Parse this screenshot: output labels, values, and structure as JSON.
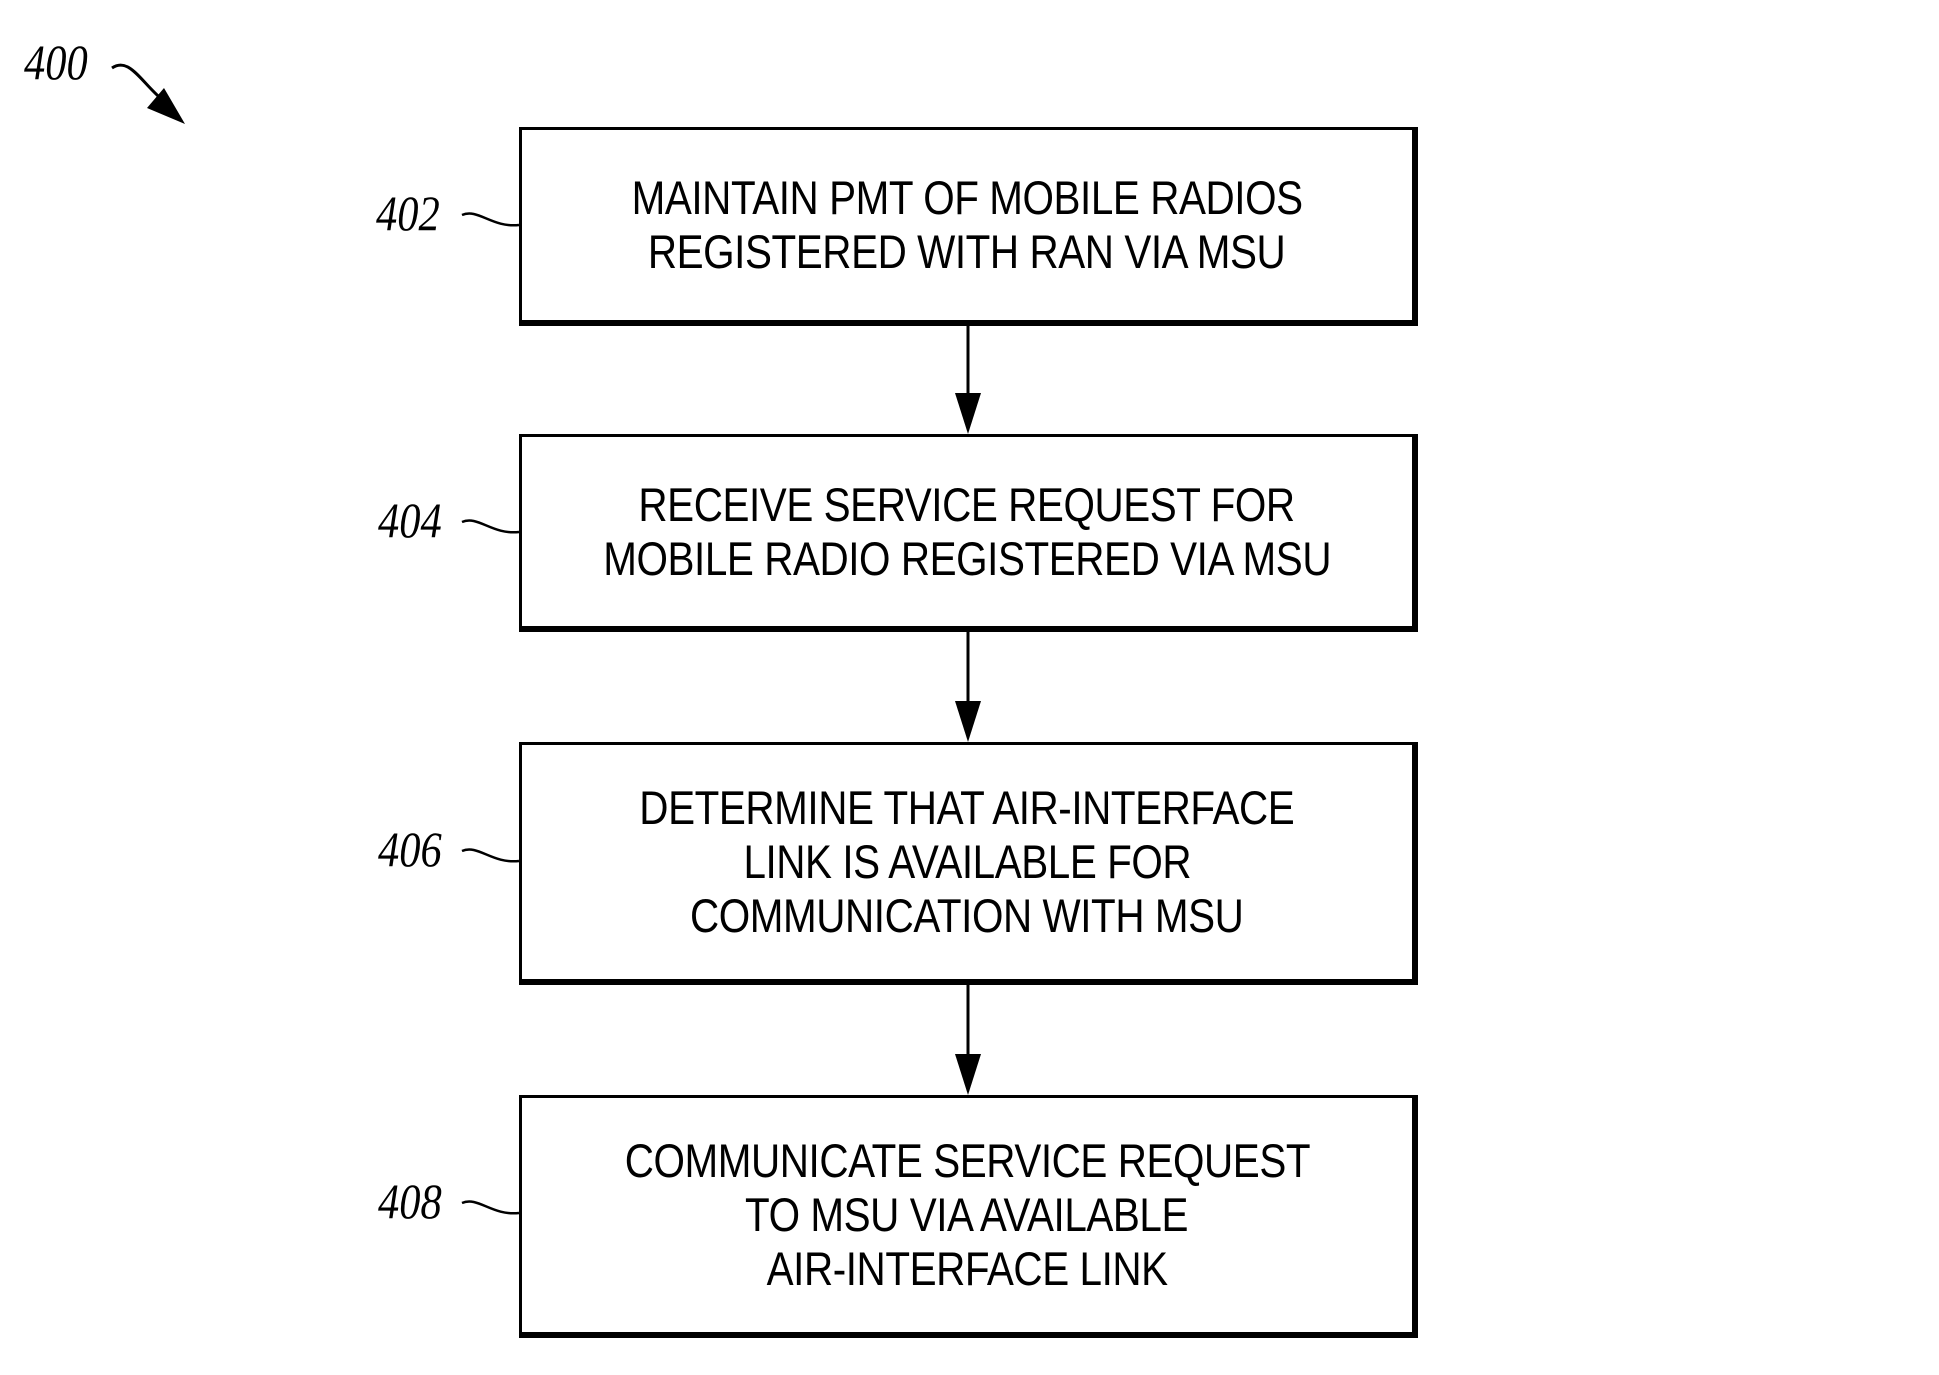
{
  "figure_ref": "400",
  "steps": [
    {
      "ref": "402",
      "lines": [
        "MAINTAIN PMT OF MOBILE RADIOS",
        "REGISTERED WITH RAN VIA MSU"
      ]
    },
    {
      "ref": "404",
      "lines": [
        "RECEIVE SERVICE REQUEST FOR",
        "MOBILE RADIO REGISTERED VIA MSU"
      ]
    },
    {
      "ref": "406",
      "lines": [
        "DETERMINE THAT AIR-INTERFACE",
        "LINK IS AVAILABLE FOR",
        "COMMUNICATION WITH MSU"
      ]
    },
    {
      "ref": "408",
      "lines": [
        "COMMUNICATE SERVICE REQUEST",
        "TO MSU VIA AVAILABLE",
        "AIR-INTERFACE LINK"
      ]
    }
  ]
}
